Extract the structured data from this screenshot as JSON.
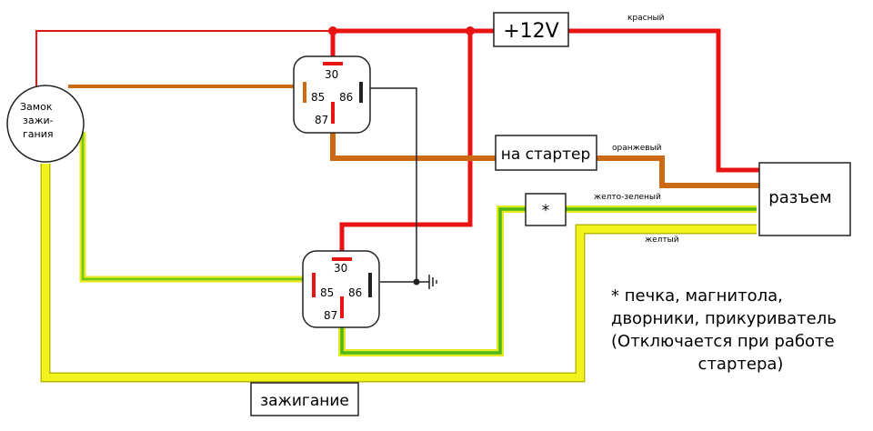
{
  "boxes": {
    "plus12v": "+12V",
    "starter": "на стартер",
    "star": "*",
    "connector": "разъем",
    "ignition": "зажигание"
  },
  "lock": {
    "line1": "Замок",
    "line2": "зажи-",
    "line3": "гания"
  },
  "relay_pins": {
    "p30": "30",
    "p85": "85",
    "p86": "86",
    "p87": "87"
  },
  "wire_labels": {
    "red": "красный",
    "orange": "оранжевый",
    "yellow_green": "желто-зеленый",
    "yellow": "желтый"
  },
  "note": {
    "line1": "* печка, магнитола,",
    "line2": "дворники, прикуриватель",
    "line3": "(Отключается при работе",
    "line4": "стартера)"
  },
  "colors": {
    "red": "#e81414",
    "orange": "#cc6a14",
    "yellow": "#f2f21e",
    "green": "#6fc81e",
    "outline": "#222222"
  }
}
